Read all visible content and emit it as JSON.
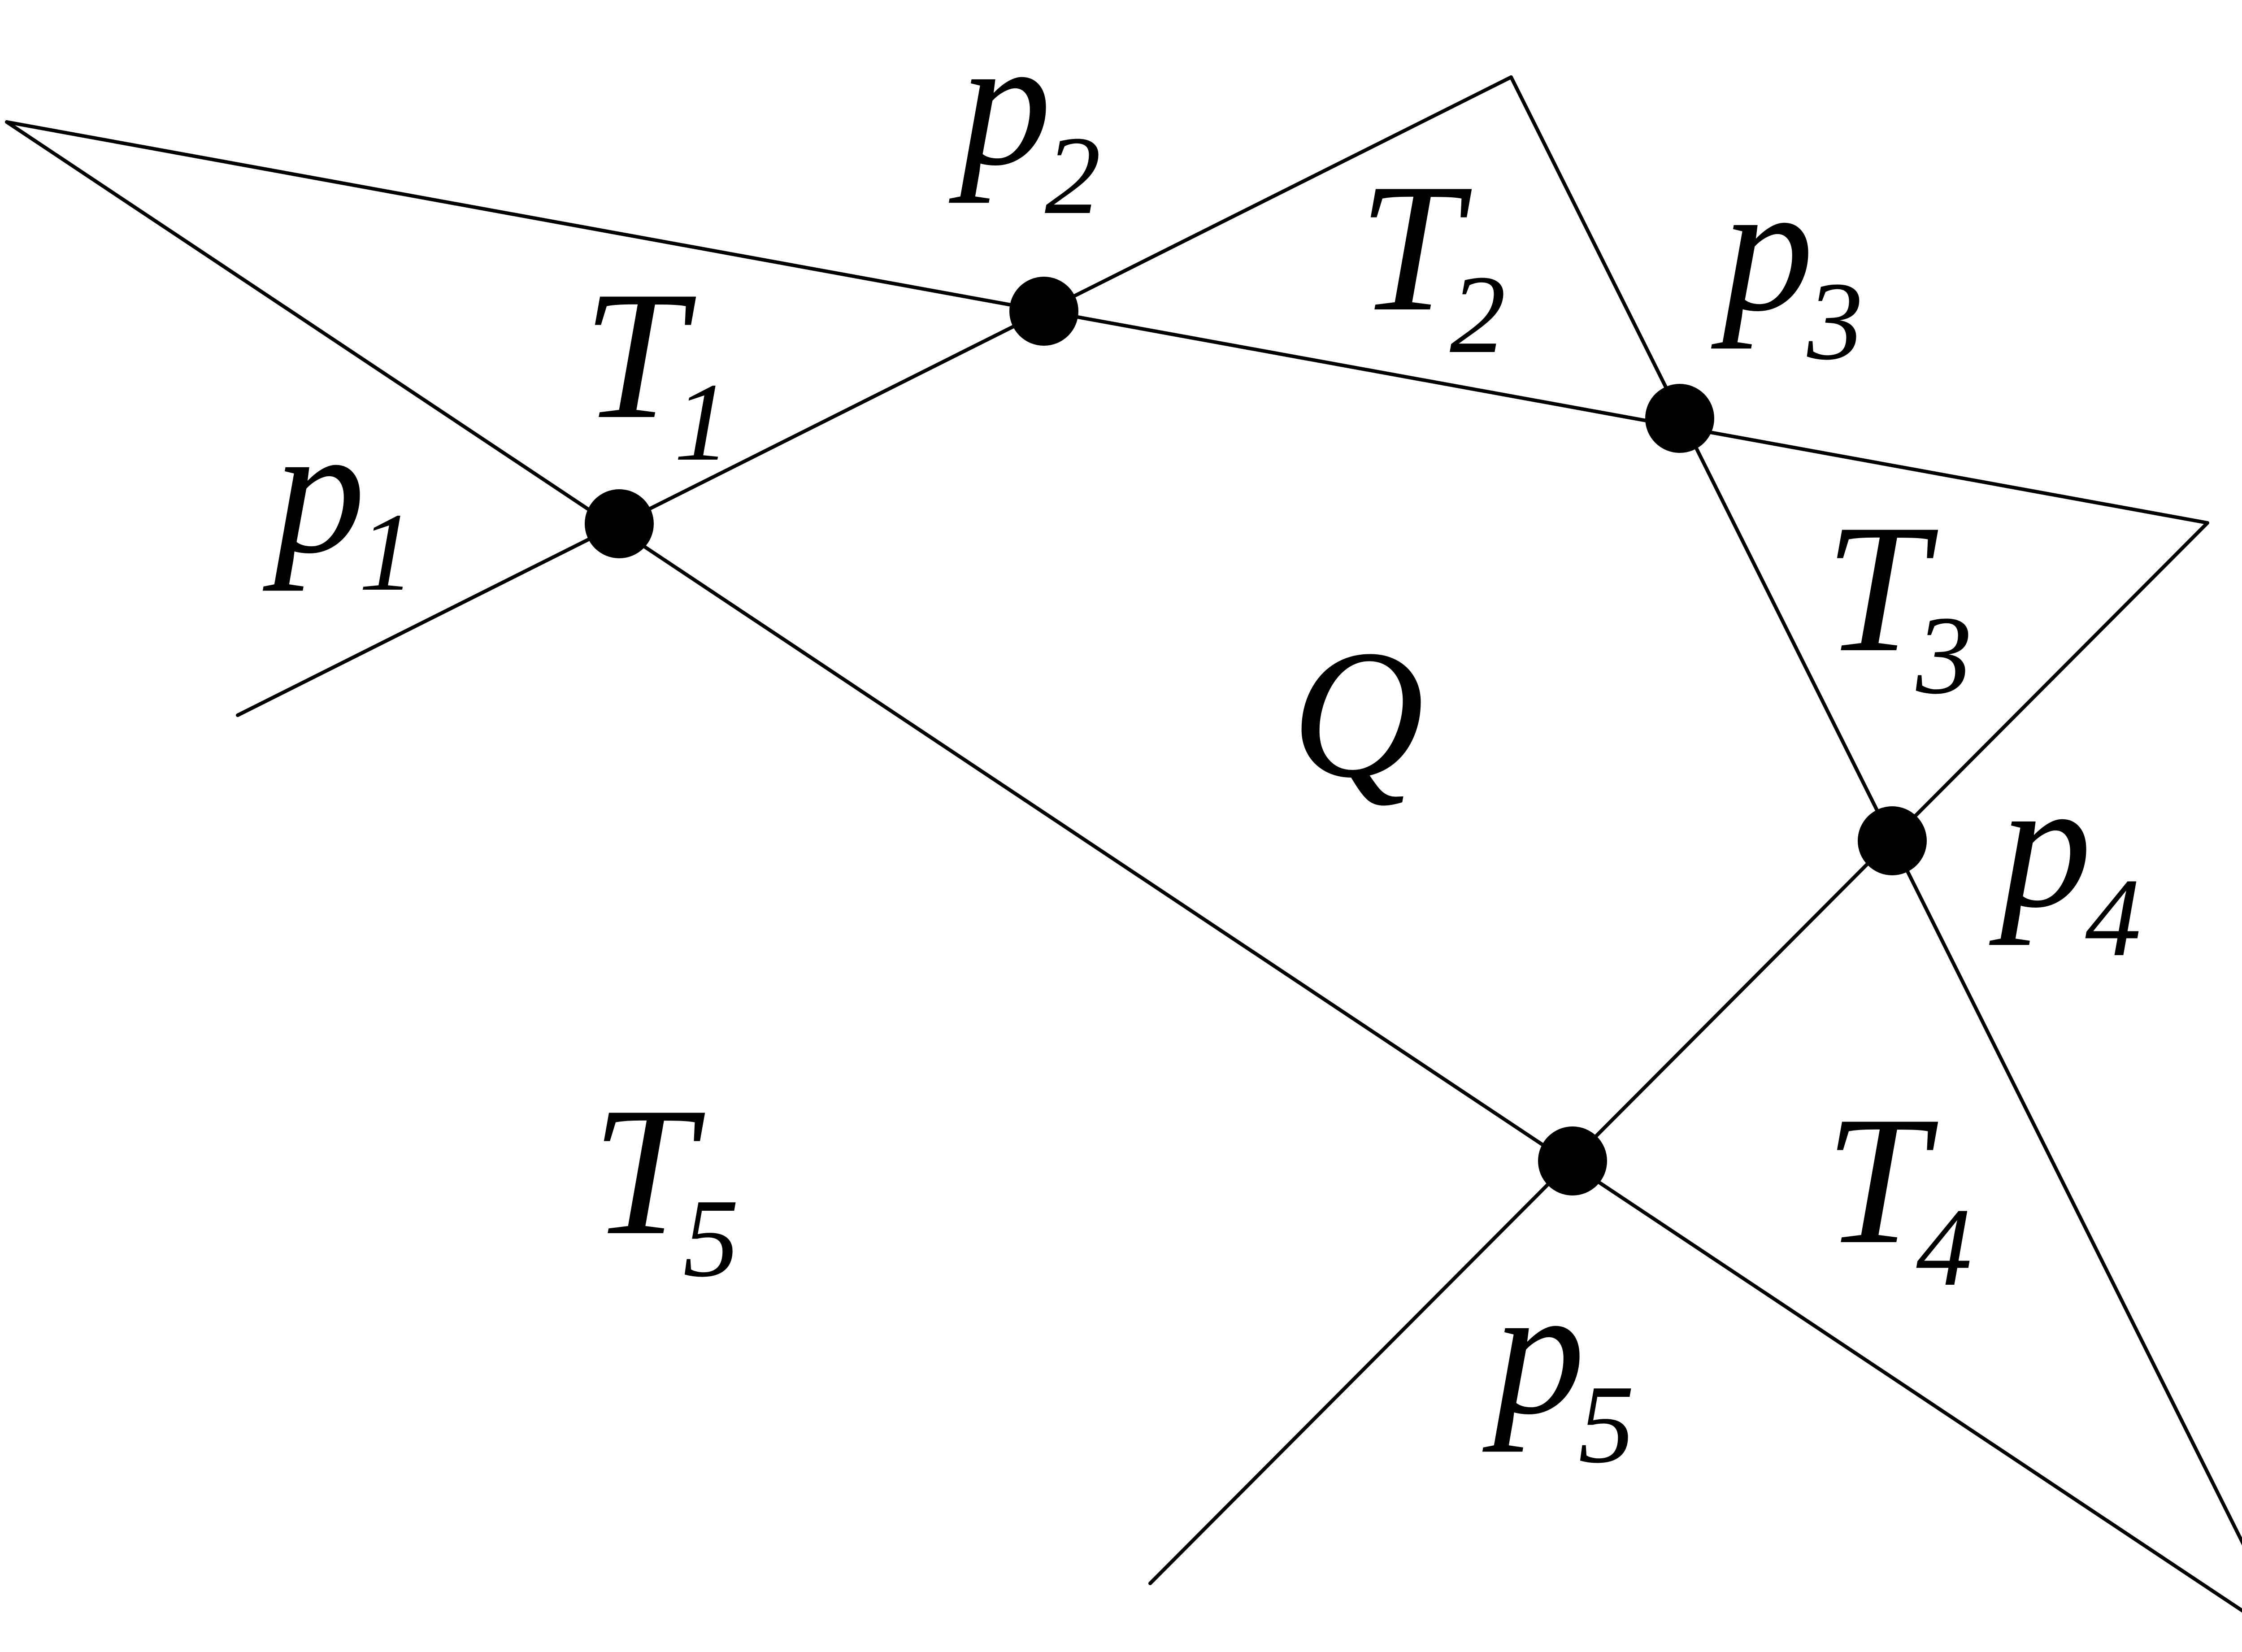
{
  "diagram": {
    "line_color": "#000000",
    "background": "#ffffff",
    "points": [
      {
        "id": "p1",
        "base": "p",
        "sub": "1"
      },
      {
        "id": "p2",
        "base": "p",
        "sub": "2"
      },
      {
        "id": "p3",
        "base": "p",
        "sub": "3"
      },
      {
        "id": "p4",
        "base": "p",
        "sub": "4"
      },
      {
        "id": "p5",
        "base": "p",
        "sub": "5"
      }
    ],
    "regions": [
      {
        "id": "T1",
        "base": "T",
        "sub": "1"
      },
      {
        "id": "T2",
        "base": "T",
        "sub": "2"
      },
      {
        "id": "T3",
        "base": "T",
        "sub": "3"
      },
      {
        "id": "T4",
        "base": "T",
        "sub": "4"
      },
      {
        "id": "T5",
        "base": "T",
        "sub": "5"
      }
    ],
    "center_label": "Q"
  }
}
